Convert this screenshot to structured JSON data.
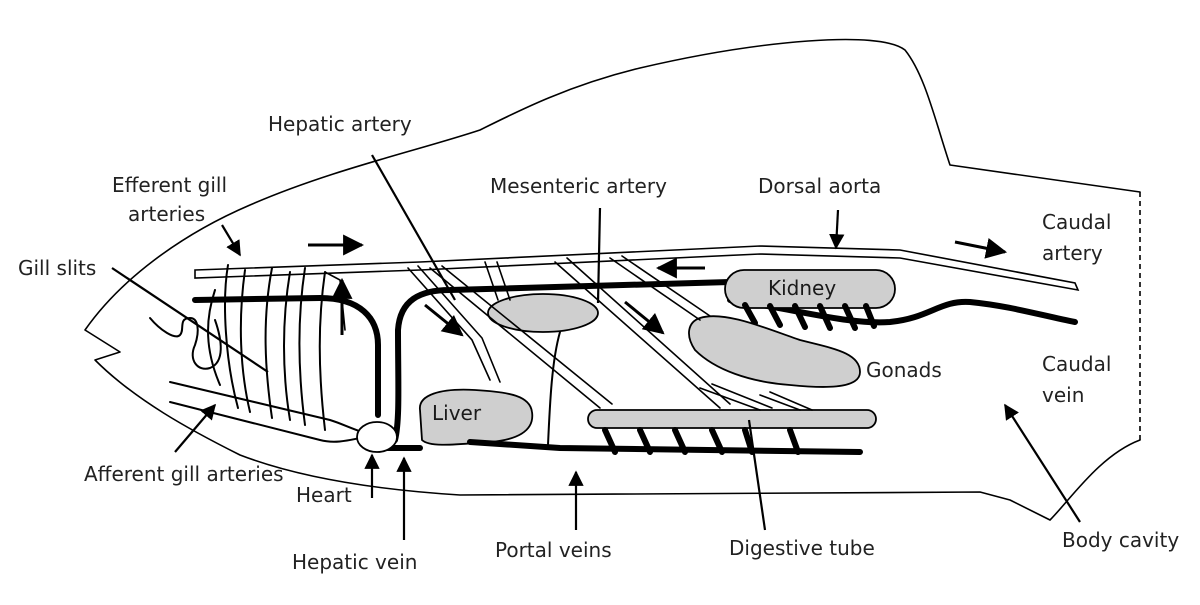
{
  "labels": {
    "hepatic_artery": "Hepatic artery",
    "efferent_gill_1": "Efferent gill",
    "efferent_gill_2": "arteries",
    "mesenteric_artery": "Mesenteric artery",
    "dorsal_aorta": "Dorsal aorta",
    "caudal_artery_1": "Caudal",
    "caudal_artery_2": "artery",
    "gill_slits": "Gill slits",
    "kidney": "Kidney",
    "caudal_vein_1": "Caudal",
    "caudal_vein_2": "vein",
    "gonads": "Gonads",
    "liver": "Liver",
    "afferent_gill_arteries": "Afferent gill arteries",
    "heart": "Heart",
    "hepatic_vein": "Hepatic vein",
    "portal_veins": "Portal veins",
    "digestive_tube": "Digestive tube",
    "body_cavity": "Body cavity"
  },
  "colors": {
    "organ_fill": "#cfcfcf",
    "line": "#000000",
    "text": "#222222",
    "background": "#ffffff"
  }
}
